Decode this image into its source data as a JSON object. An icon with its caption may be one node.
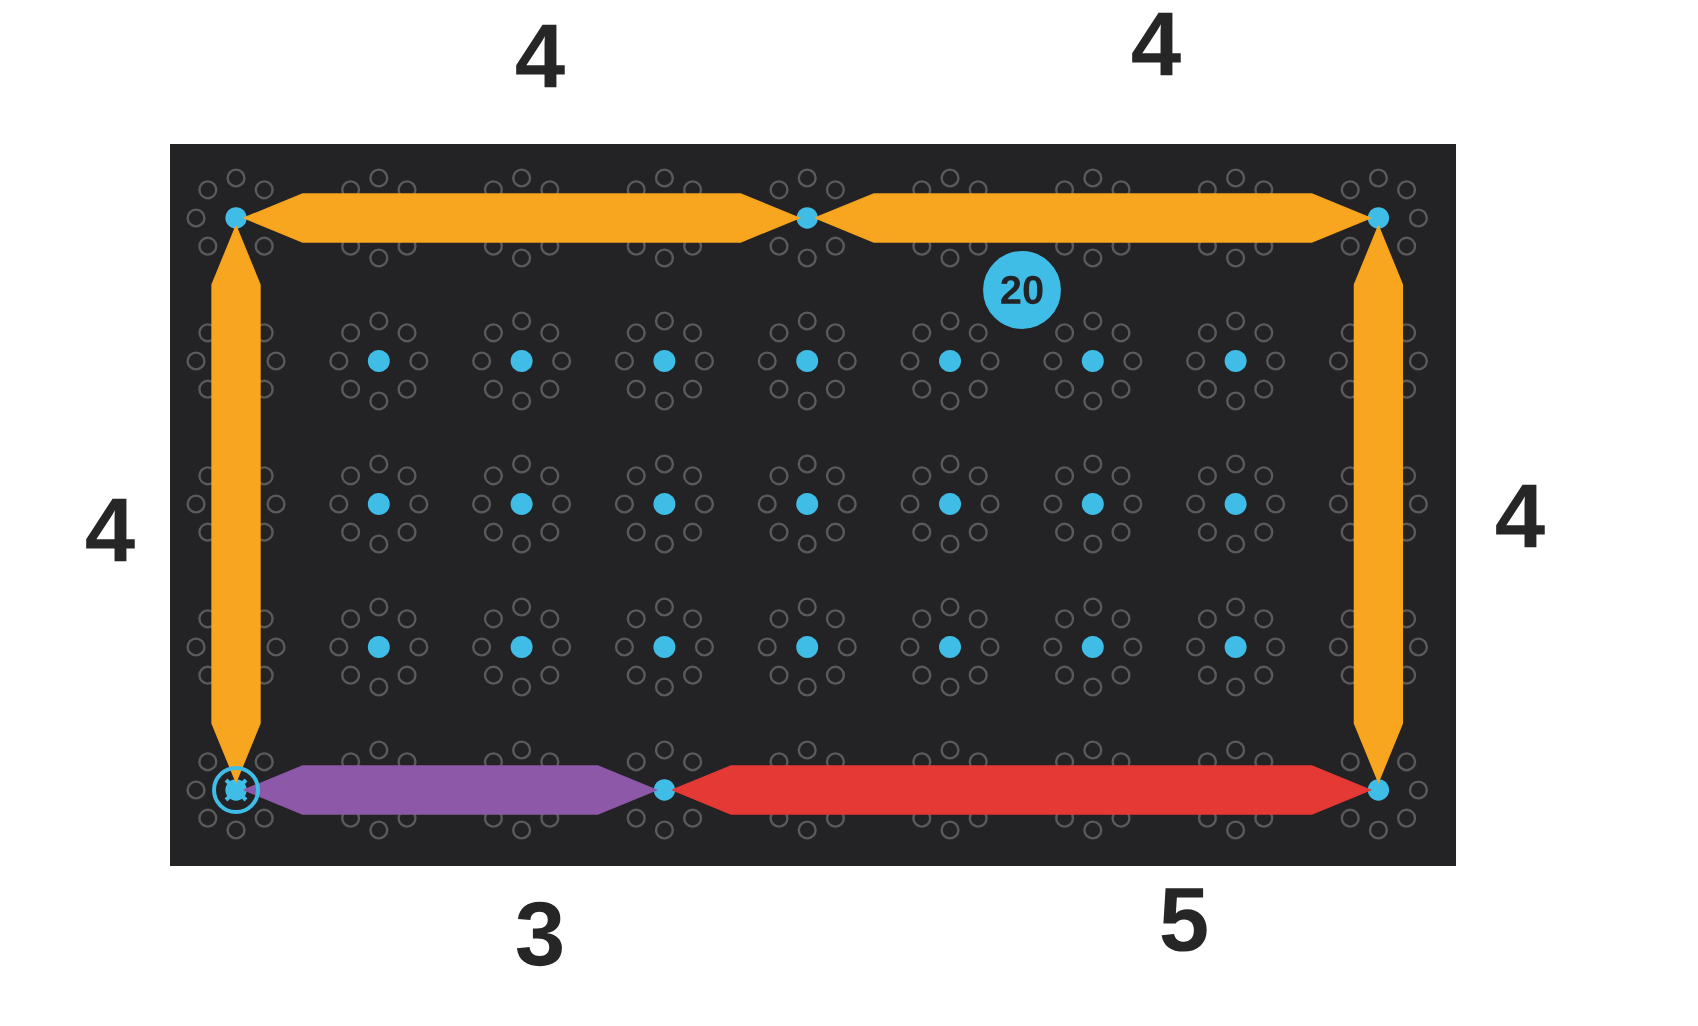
{
  "diagram": {
    "nodes": [
      {
        "text": [],
        "shape": "circle"
      },
      {
        "text": [],
        "shape": "circle"
      },
      {
        "text": [],
        "shape": "circle"
      },
      {
        "text": [],
        "shape": "circle"
      },
      {
        "text": [],
        "shape": "circle"
      },
      {
        "text": [],
        "shape": "circle"
      },
      {
        "text": [
          "20"
        ]
      }
    ],
    "edges": [
      {
        "from": 0,
        "to": 1,
        "arrow": "none",
        "label": "4"
      },
      {
        "from": 1,
        "to": 2,
        "arrow": "none",
        "label": "4"
      },
      {
        "from": 0,
        "to": 5,
        "arrow": "none",
        "label": "4"
      },
      {
        "from": 2,
        "to": 3,
        "arrow": "none",
        "label": "4"
      },
      {
        "from": 5,
        "to": 4,
        "arrow": "none",
        "label": "3",
        "color": "#8e58a8"
      },
      {
        "from": 4,
        "to": 3,
        "arrow": "none",
        "label": "5",
        "color": "#e53935"
      }
    ]
  }
}
